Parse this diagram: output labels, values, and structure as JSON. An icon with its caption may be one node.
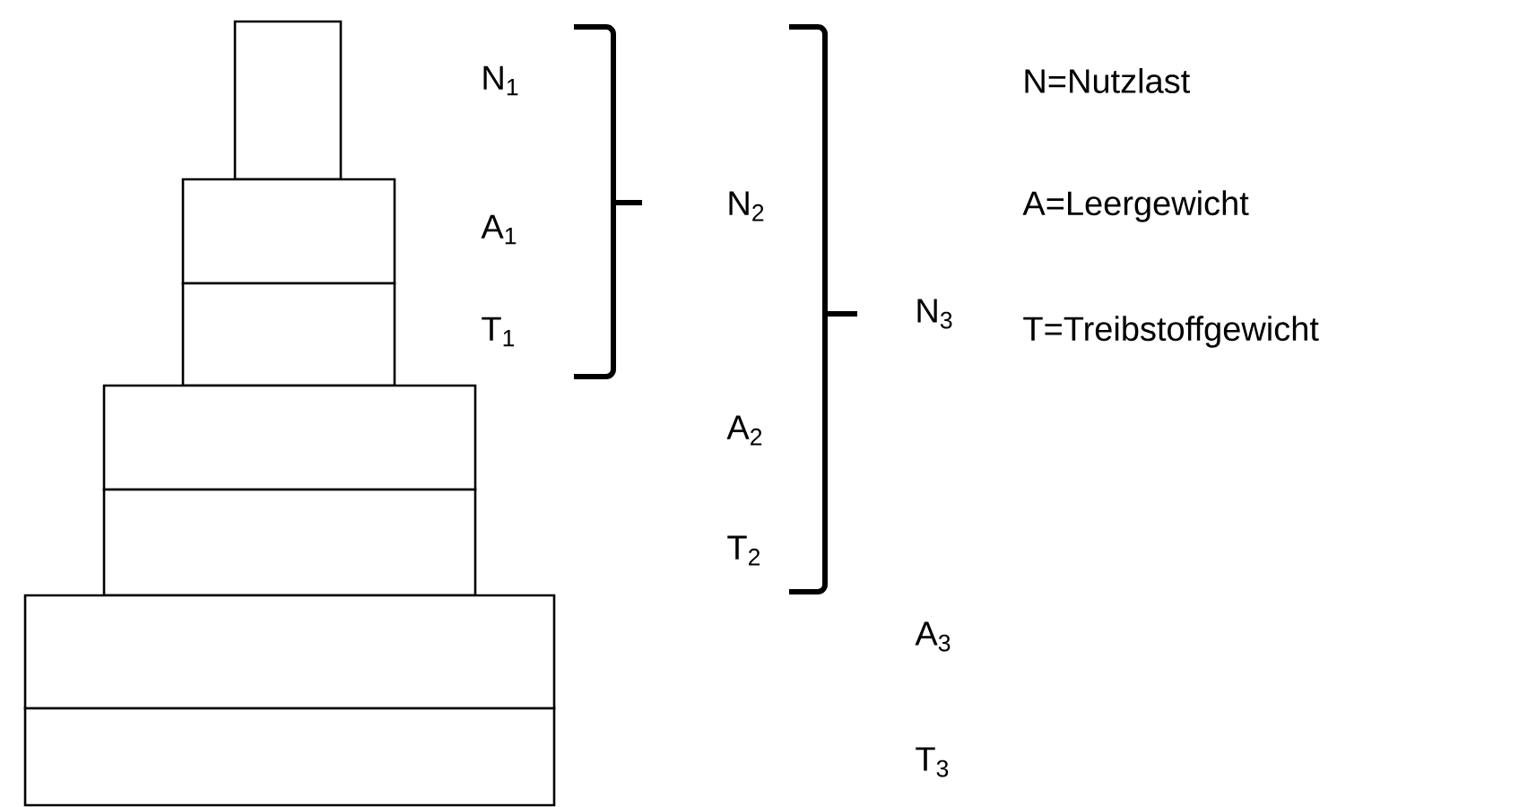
{
  "diagram": {
    "nodes": [
      {
        "text": [],
        "shape": "box"
      },
      {
        "text": [],
        "shape": "box"
      },
      {
        "text": [],
        "shape": "box"
      },
      {
        "text": [],
        "shape": "box"
      },
      {
        "text": [],
        "shape": "box"
      },
      {
        "text": [],
        "shape": "box"
      },
      {
        "text": [],
        "shape": "box"
      }
    ],
    "edges": [],
    "labels": [
      "N$_{1}$",
      "A$_{1}$",
      "T$_{1}$",
      "N$_{2}$",
      "A$_{2}$",
      "T$_{2}$",
      "N$_{3}$",
      "A$_{3}$",
      "T$_{3}$",
      "N=Nutzlast",
      "A=Leergewicht",
      "T=Treibstoffgewicht"
    ]
  }
}
